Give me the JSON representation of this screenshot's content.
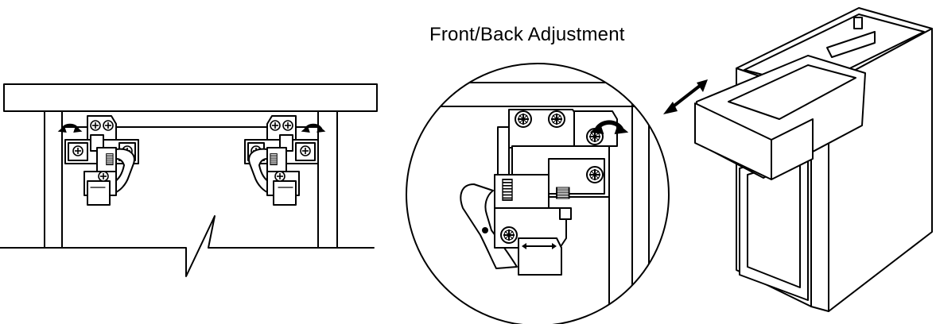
{
  "diagram": {
    "title": "Front/Back Adjustment",
    "colors": {
      "line": "#000000",
      "background": "#ffffff"
    },
    "panels": [
      {
        "name": "drawer-underside-view"
      },
      {
        "name": "hinge-detail-magnified"
      },
      {
        "name": "cabinet-with-drawer"
      }
    ]
  }
}
